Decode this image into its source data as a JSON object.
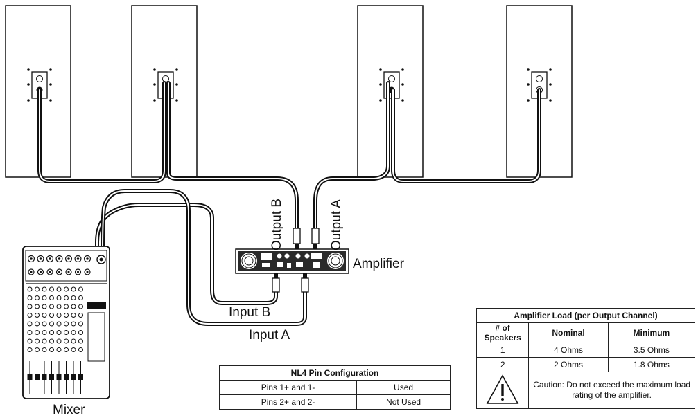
{
  "labels": {
    "output_b": "Output B",
    "output_a": "Output A",
    "amplifier": "Amplifier",
    "input_b": "Input B",
    "input_a": "Input A",
    "mixer": "Mixer"
  },
  "nl4_table": {
    "title": "NL4 Pin Configuration",
    "rows": [
      {
        "pins": "Pins 1+ and 1-",
        "status": "Used"
      },
      {
        "pins": "Pins 2+ and 2-",
        "status": "Not Used"
      }
    ]
  },
  "load_table": {
    "title": "Amplifier Load (per Output Channel)",
    "headers": [
      "# of Speakers",
      "Nominal",
      "Minimum"
    ],
    "rows": [
      {
        "speakers": "1",
        "nominal": "4 Ohms",
        "minimum": "3.5 Ohms"
      },
      {
        "speakers": "2",
        "nominal": "2 Ohms",
        "minimum": "1.8 Ohms"
      }
    ],
    "caution": "Caution: Do not exceed the maximum load rating of the amplifier."
  }
}
